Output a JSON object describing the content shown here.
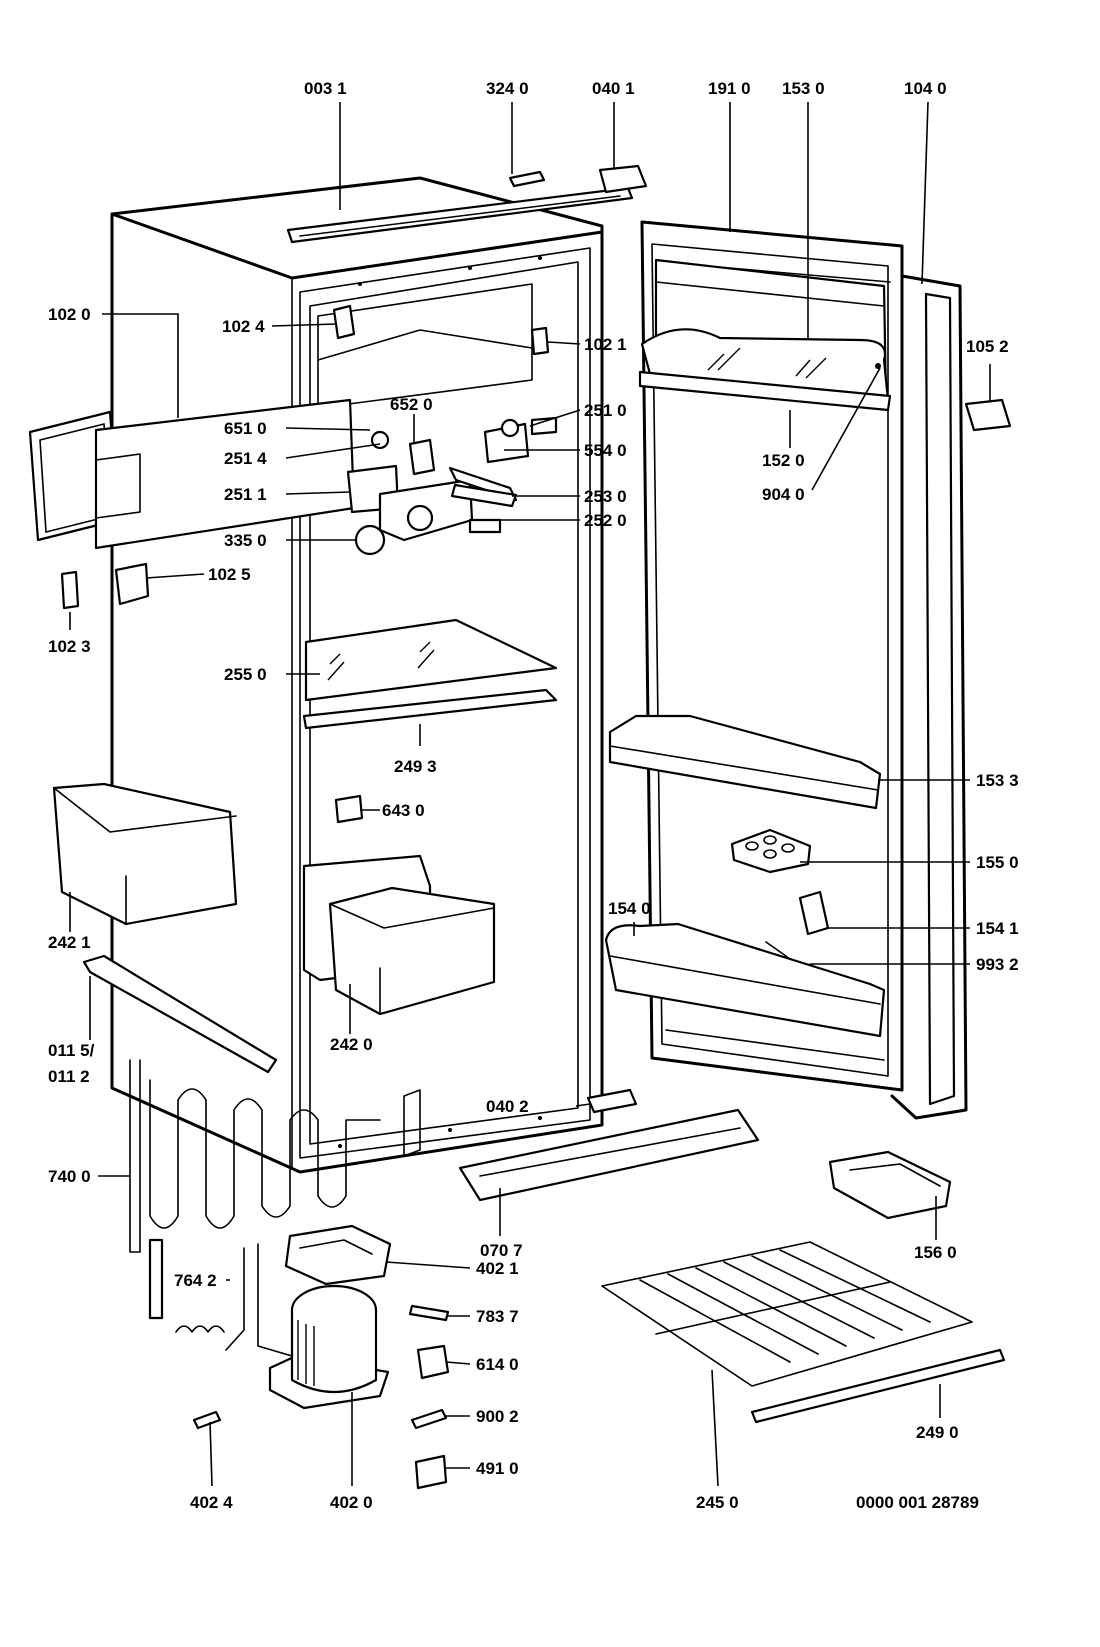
{
  "labels": {
    "l_003_1": "003 1",
    "l_324_0": "324 0",
    "l_040_1": "040 1",
    "l_191_0": "191 0",
    "l_153_0": "153 0",
    "l_104_0": "104 0",
    "l_102_0": "102 0",
    "l_102_4": "102 4",
    "l_102_1": "102 1",
    "l_105_2": "105 2",
    "l_652_0": "652 0",
    "l_651_0": "651 0",
    "l_251_0": "251 0",
    "l_251_4": "251 4",
    "l_554_0": "554 0",
    "l_152_0": "152 0",
    "l_251_1": "251 1",
    "l_253_0": "253 0",
    "l_904_0": "904 0",
    "l_252_0": "252 0",
    "l_335_0": "335 0",
    "l_102_5": "102 5",
    "l_102_3": "102 3",
    "l_255_0": "255 0",
    "l_249_3": "249 3",
    "l_153_3": "153 3",
    "l_643_0": "643 0",
    "l_155_0": "155 0",
    "l_154_0": "154 0",
    "l_154_1": "154 1",
    "l_242_1": "242 1",
    "l_993_2": "993 2",
    "l_011_5": "011 5/",
    "l_011_2": "011 2",
    "l_242_0": "242 0",
    "l_040_2": "040 2",
    "l_740_0": "740 0",
    "l_070_7": "070 7",
    "l_156_0": "156 0",
    "l_764_2": "764 2",
    "l_402_1": "402 1",
    "l_783_7": "783 7",
    "l_614_0": "614 0",
    "l_900_2": "900 2",
    "l_249_0": "249 0",
    "l_491_0": "491 0",
    "l_402_4": "402 4",
    "l_402_0": "402 0",
    "l_245_0": "245 0",
    "drawing_no": "0000 001 28789"
  }
}
